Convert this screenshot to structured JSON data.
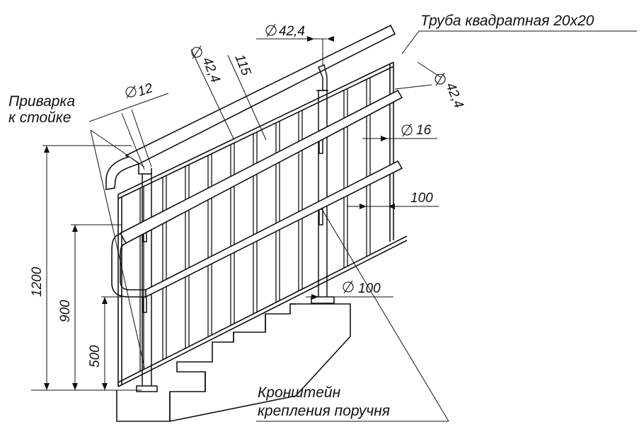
{
  "labels": {
    "square_tube": "Труба квадратная 20x20",
    "weld_line1": "Приварка",
    "weld_line2": "к стойке",
    "bracket_line1": "Кронштейн",
    "bracket_line2": "крепления поручня"
  },
  "dimensions": {
    "d_post": "42,4",
    "d_weld": "12",
    "d_rail_left": "42,4",
    "offset_115": "115",
    "d_rail_right": "42,4",
    "d_baluster": "16",
    "spacing": "100",
    "d_base": "100",
    "h_1200": "1200",
    "h_900": "900",
    "h_500": "500"
  },
  "symbols": {
    "diameter": "⌀"
  }
}
